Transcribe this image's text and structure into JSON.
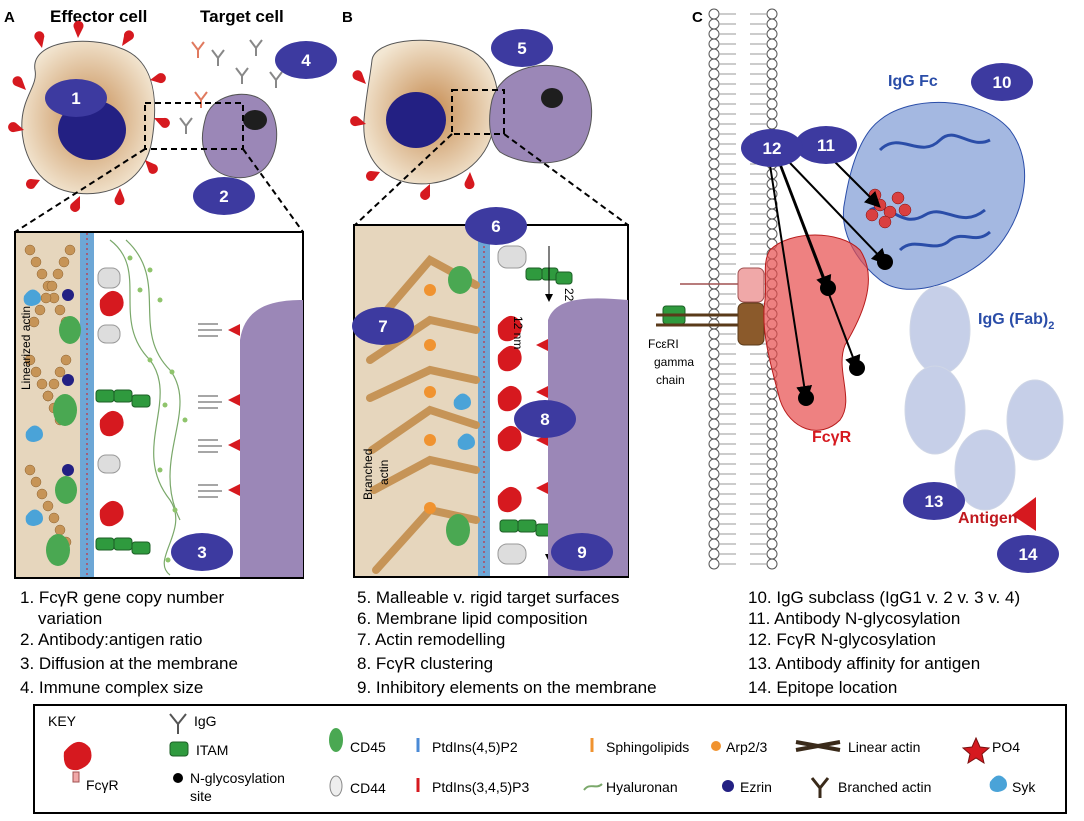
{
  "colors": {
    "badge": "#3d3aa0",
    "igg_blue": "#2a4da8",
    "fcgr_red": "#d6191f",
    "target_purple": "#9b87b7",
    "cytoplasm": "#e6d6bd",
    "nucleus": "#232083",
    "actin": "#c69457",
    "cd45_green": "#4aa852",
    "syk_blue": "#4aa3d8",
    "arp_orange": "#f09330"
  },
  "panels": {
    "a": {
      "letter": "A",
      "effector_title": "Effector cell",
      "target_title": "Target cell",
      "side_label": "Linearized actin"
    },
    "b": {
      "letter": "B",
      "side_label_1": "Branched",
      "side_label_2": "actin",
      "dim_22": "22 nm",
      "dim_12": "12 nm"
    },
    "c": {
      "letter": "C",
      "igg_fc": "IgG Fc",
      "igg_fab": "IgG (Fab)",
      "igg_fab_sub": "2",
      "fcgr": "FcγR",
      "antigen": "Antigen",
      "gamma_1": "FcεRI",
      "gamma_2": "gamma",
      "gamma_3": "chain"
    }
  },
  "badges": [
    "1",
    "2",
    "3",
    "4",
    "5",
    "6",
    "7",
    "8",
    "9",
    "10",
    "11",
    "12",
    "13",
    "14"
  ],
  "factors": {
    "col1": [
      "1. FcγR gene copy number",
      "variation",
      "2. Antibody:antigen ratio",
      "3. Diffusion at the membrane",
      "4. Immune complex size"
    ],
    "col2": [
      "5. Malleable v. rigid target surfaces",
      "6. Membrane lipid composition",
      "7. Actin remodelling",
      "8. FcγR clustering",
      "9. Inhibitory elements on the membrane"
    ],
    "col3": [
      "10. IgG subclass (IgG1 v. 2 v. 3 v. 4)",
      "11. Antibody N-glycosylation",
      "12. FcγR N-glycosylation",
      "13. Antibody affinity for antigen",
      "14. Epitope location"
    ]
  },
  "key": {
    "title": "KEY",
    "fcgr": "FcγR",
    "igg": "IgG",
    "itam": "ITAM",
    "nglyc_1": "N-glycosylation",
    "nglyc_2": "site",
    "cd45": "CD45",
    "cd44": "CD44",
    "pip2": "PtdIns(4,5)P2",
    "pip3": "PtdIns(3,4,5)P3",
    "sphingo": "Sphingolipids",
    "hyaluronan": "Hyaluronan",
    "arp": "Arp2/3",
    "ezrin": "Ezrin",
    "linear_actin": "Linear actin",
    "branched_actin": "Branched actin",
    "po4": "PO4",
    "syk": "Syk"
  }
}
